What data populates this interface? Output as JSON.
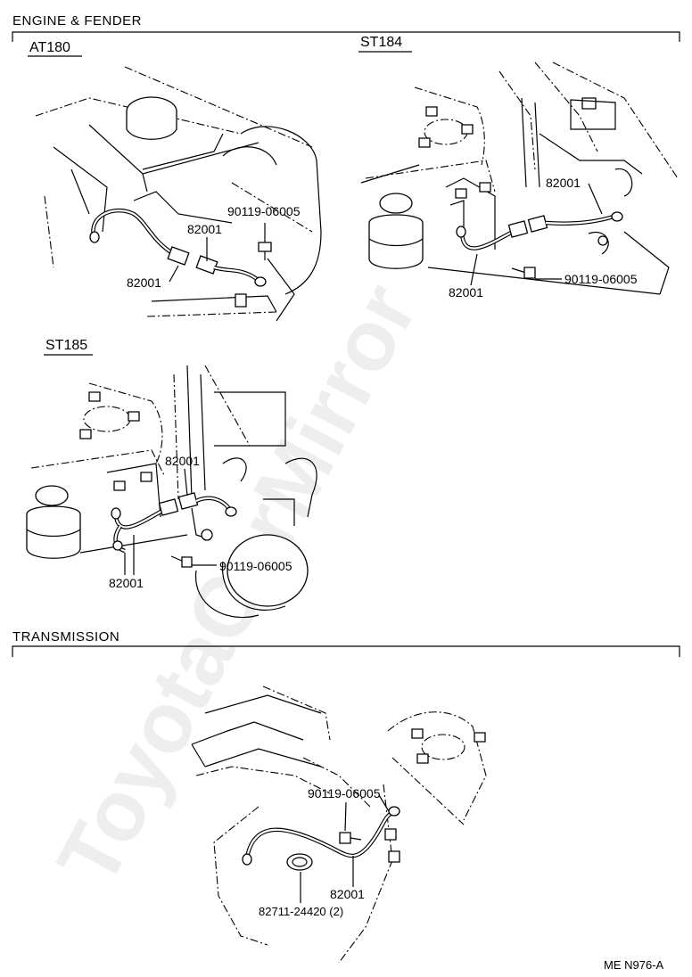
{
  "sections": {
    "engine_fender": {
      "title": "ENGINE & FENDER"
    },
    "transmission": {
      "title": "TRANSMISSION"
    }
  },
  "variants": {
    "at180": {
      "name": "AT180",
      "labels": {
        "bolt": "90119-06005",
        "cable_upper": "82001",
        "cable_lower": "82001"
      }
    },
    "st184": {
      "name": "ST184",
      "labels": {
        "cable_upper": "82001",
        "cable_lower": "82001",
        "bolt": "90119-06005"
      }
    },
    "st185": {
      "name": "ST185",
      "labels": {
        "cable_upper": "82001",
        "bolt": "90119-06005",
        "cable_lower": "82001"
      }
    }
  },
  "transmission_labels": {
    "bolt": "90119-06005",
    "cable": "82001",
    "clamp": "82711-24420 (2)"
  },
  "watermark": "ToyotaCarMirror",
  "footer": {
    "code": "ME  N976-A"
  }
}
